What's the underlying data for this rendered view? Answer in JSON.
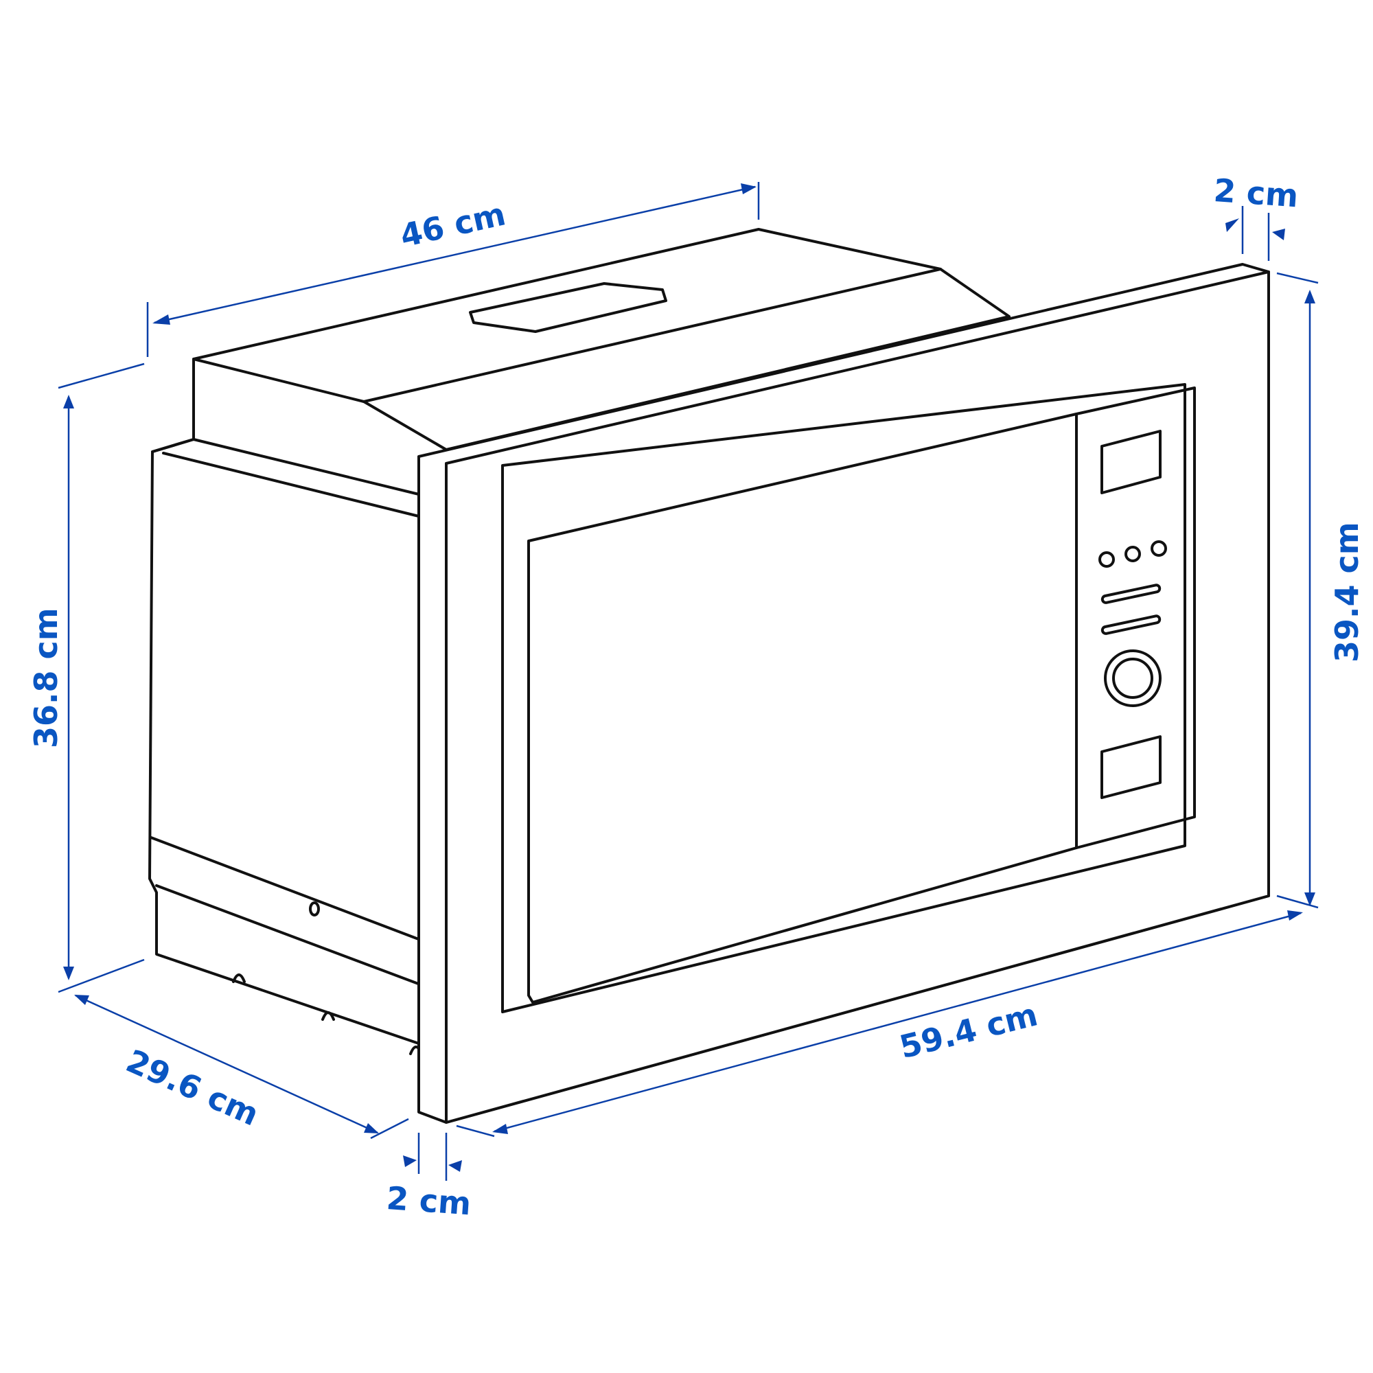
{
  "diagram": {
    "subject": "Built-in microwave oven with frame",
    "accent_color": "#0a56c2",
    "line_color": "#111111",
    "dimensions": {
      "depth_top": "46 cm",
      "frame_depth_top": "2 cm",
      "frame_height": "39.4 cm",
      "body_height": "36.8 cm",
      "body_depth_bottom": "29.6 cm",
      "frame_depth_bottom": "2 cm",
      "frame_width": "59.4 cm"
    }
  }
}
